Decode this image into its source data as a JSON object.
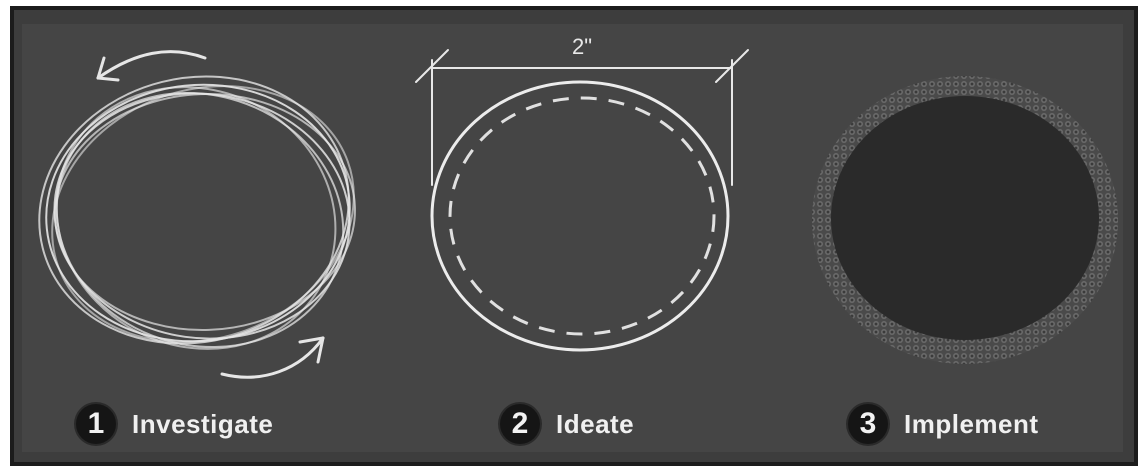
{
  "dimension": {
    "label": "2\""
  },
  "steps": [
    {
      "number": "1",
      "label": "Investigate"
    },
    {
      "number": "2",
      "label": "Ideate"
    },
    {
      "number": "3",
      "label": "Implement"
    }
  ],
  "colors": {
    "background": "#454545",
    "line": "#e8e8e8",
    "badge": "#151515",
    "swatch_dark": "#2a2a2a",
    "swatch_ring": "#5a5a5a"
  }
}
